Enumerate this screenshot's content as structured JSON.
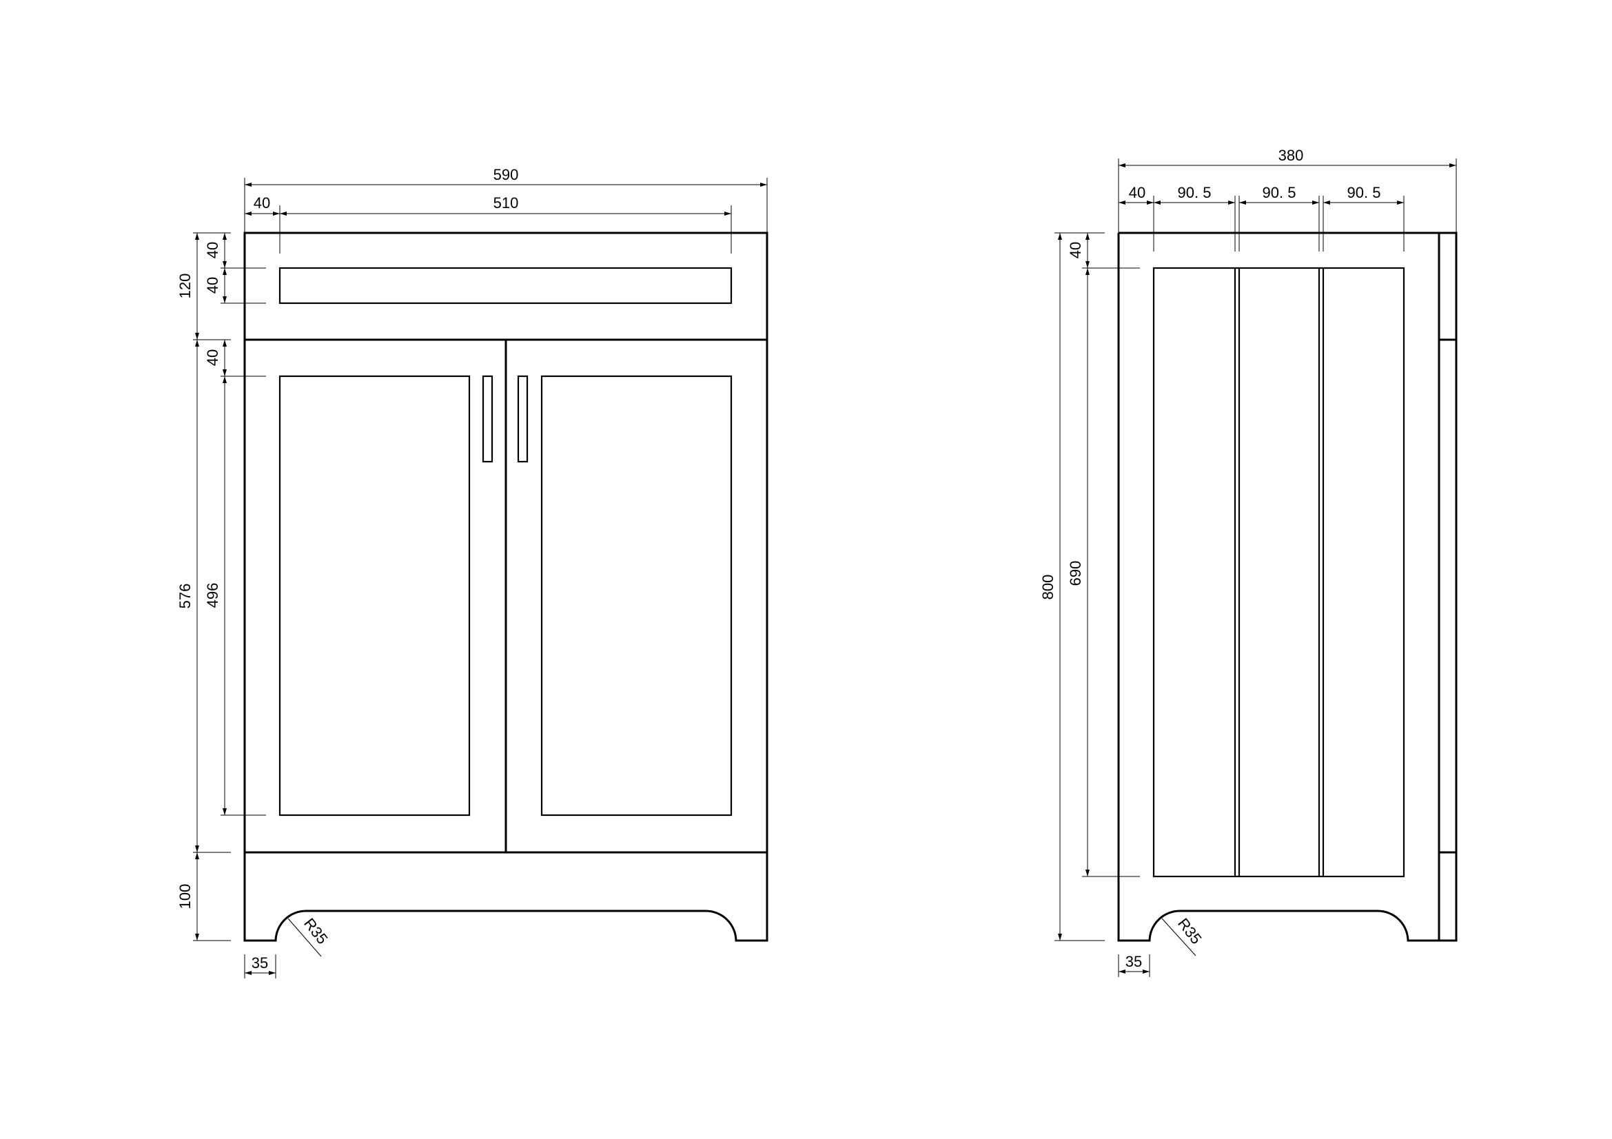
{
  "front_view": {
    "dims": {
      "overall_width": "590",
      "side_offset_top": "40",
      "drawer_panel_width": "510",
      "top_section_height": "120",
      "top_rail": "40",
      "drawer_panel_height": "40",
      "door_section_height": "576",
      "door_rail": "40",
      "door_panel_height": "496",
      "plinth_height": "100",
      "leg_width": "35",
      "cut_radius": "R35"
    }
  },
  "side_view": {
    "dims": {
      "overall_depth": "380",
      "stile": "40",
      "panel_1": "90. 5",
      "panel_2": "90. 5",
      "panel_3": "90. 5",
      "overall_height": "800",
      "top_rail": "40",
      "panel_height": "690",
      "leg_width": "35",
      "cut_radius": "R35"
    }
  }
}
